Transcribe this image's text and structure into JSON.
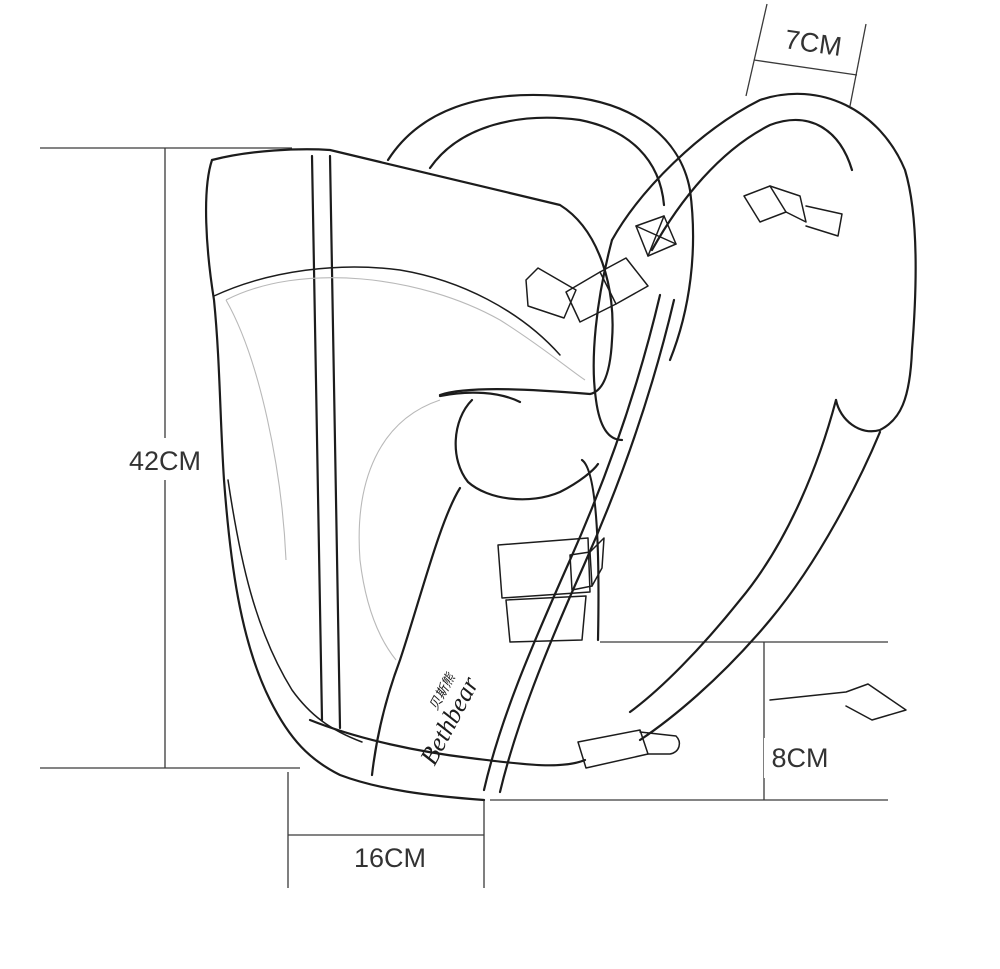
{
  "dimensions": {
    "height": "42CM",
    "strap_width": "7CM",
    "depth": "16CM",
    "side_height": "8CM"
  },
  "brand": {
    "name": "Bethbear",
    "name_cn": "贝斯熊"
  }
}
